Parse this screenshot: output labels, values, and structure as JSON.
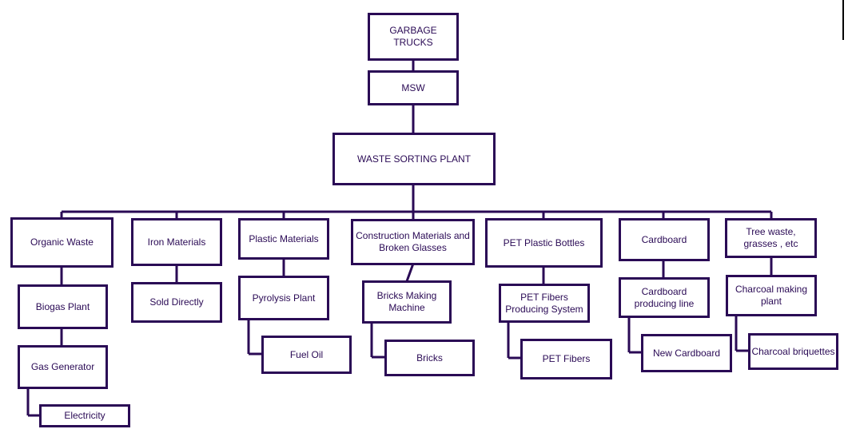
{
  "diagram": {
    "nodes": {
      "garbage_trucks": "GARBAGE\nTRUCKS",
      "msw": "MSW",
      "sorting_plant": "WASTE SORTING PLANT",
      "organic_waste": "Organic Waste",
      "biogas_plant": "Biogas Plant",
      "gas_generator": "Gas Generator",
      "electricity": "Electricity",
      "iron_materials": "Iron Materials",
      "sold_directly": "Sold Directly",
      "plastic_materials": "Plastic Materials",
      "pyrolysis_plant": "Pyrolysis Plant",
      "fuel_oil": "Fuel Oil",
      "construction_materials": "Construction Materials and\nBroken Glasses",
      "bricks_machine": "Bricks Making\nMachine",
      "bricks": "Bricks",
      "pet_bottles": "PET Plastic Bottles",
      "pet_fibers_system": "PET Fibers\nProducing System",
      "pet_fibers": "PET Fibers",
      "cardboard": "Cardboard",
      "cardboard_line": "Cardboard\nproducing line",
      "new_cardboard": "New Cardboard",
      "tree_waste": "Tree waste,\ngrasses , etc",
      "charcoal_plant": "Charcoal making\nplant",
      "charcoal_briquettes": "Charcoal briquettes"
    }
  }
}
